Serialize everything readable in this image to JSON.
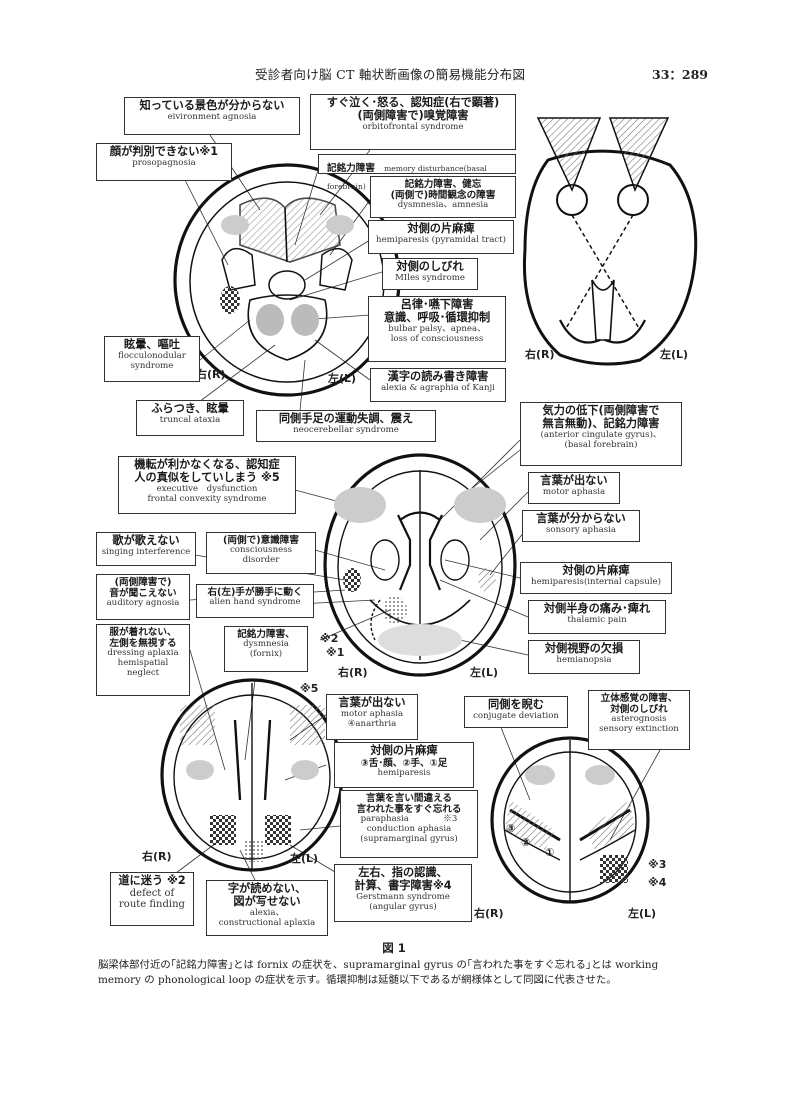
{
  "header": {
    "title": "受診者向け脳 CT 軸状断画像の簡易機能分布図",
    "page": "33：289"
  },
  "labels": [
    {
      "id": "environment-agnosia",
      "ja": "知っている景色が分からない",
      "en": "eivironment agnosia"
    },
    {
      "id": "orbitofrontal",
      "ja": "すぐ泣く･怒る、認知症(右で顕著)",
      "ja2": "(両側障害で)嗅覚障害",
      "en": "orbitofrontal syndrome"
    },
    {
      "id": "prosopagnosia",
      "ja": "顔が判別できない※1",
      "en": "prosopagnosia"
    },
    {
      "id": "memory-disturbance",
      "ja": "記銘力障害",
      "en": "memory disturbance(basal forebrain)"
    },
    {
      "id": "dysmnesia-amnesia",
      "ja": "記銘力障害、健忘",
      "ja2": "(両側で)時間観念の障害",
      "en": "dysmnesia、amnesia"
    },
    {
      "id": "hemiparesis-pyramidal",
      "ja": "対側の片麻痺",
      "en": "hemiparesis (pyramidal tract)"
    },
    {
      "id": "milles",
      "ja": "対側のしびれ",
      "en": "MIles syndrome"
    },
    {
      "id": "bulbar-palsy",
      "ja": "呂律･嚥下障害",
      "ja2": "意識、呼吸･循環抑制",
      "en": "bulbar palsy、apnea、",
      "en2": "loss of consciousness"
    },
    {
      "id": "flocculonodular",
      "ja": "眩暈、嘔吐",
      "en": "flocculonodular",
      "en2": "syndrome"
    },
    {
      "id": "kanji",
      "ja": "漢字の読み書き障害",
      "en": "alexia & agraphia of Kanji"
    },
    {
      "id": "truncal-ataxia",
      "ja": "ふらつき、眩暈",
      "en": "truncal ataxia"
    },
    {
      "id": "neocerebellar",
      "ja": "同側手足の運動失調、震え",
      "en": "neocerebellar syndrome"
    },
    {
      "id": "anterior-cingulate",
      "ja": "気力の低下(両側障害で",
      "ja2": "無言無動)、記銘力障害",
      "en": "(anterior cingulate gyrus)、",
      "en2": "(basal forebrain)"
    },
    {
      "id": "executive",
      "ja": "機転が利かなくなる、認知症",
      "ja2": "人の真似をしていしまう ※5",
      "en": "executive　dysfunction",
      "en2": "frontal convexity syndrome"
    },
    {
      "id": "motor-aphasia-1",
      "ja": "言葉が出ない",
      "en": "motor aphasia"
    },
    {
      "id": "sensory-aphasia",
      "ja": "言葉が分からない",
      "en": "sonsory aphasia"
    },
    {
      "id": "singing",
      "ja": "歌が歌えない",
      "en": "singing interference"
    },
    {
      "id": "consciousness",
      "ja": "(両側で)意識障害",
      "en": "consciousness",
      "en2": "disorder"
    },
    {
      "id": "hemiparesis-capsule",
      "ja": "対側の片麻痺",
      "en": "hemiparesis(internal capsule)"
    },
    {
      "id": "auditory-agnosia",
      "ja": "(両側障害で)",
      "ja2": "音が聞こえない",
      "en": "auditory agnosia"
    },
    {
      "id": "alien-hand",
      "ja": "右(左)手が勝手に動く",
      "en": "alien hand syndrome"
    },
    {
      "id": "thalamic-pain",
      "ja": "対側半身の痛み･痺れ",
      "en": "thalamic pain"
    },
    {
      "id": "fornix",
      "ja": "記銘力障害、",
      "en": "dysmnesia",
      "en2": "(fornix)"
    },
    {
      "id": "dressing-aplaxia",
      "ja": "服が着れない、",
      "ja2": "左側を無視する",
      "en": "dressing aplaxia",
      "en2": "hemispatial",
      "en3": "neglect"
    },
    {
      "id": "hemianopsia",
      "ja": "対側視野の欠損",
      "en": "hemianopsia"
    },
    {
      "id": "motor-aphasia-2",
      "ja": "言葉が出ない",
      "en": "motor aphasia",
      "en2": "④anarthria"
    },
    {
      "id": "conjugate",
      "ja": "同側を睨む",
      "en": "conjugate deviation"
    },
    {
      "id": "astereognosis",
      "ja": "立体感覚の障害、",
      "ja2": "対側のしびれ",
      "en": "asterognosis",
      "en2": "sensory extinction"
    },
    {
      "id": "hemiparesis-3",
      "ja": "対側の片麻痺",
      "ja2": "③舌･顔、②手、①足",
      "en": "hemiparesis"
    },
    {
      "id": "conduction-aphasia",
      "ja": "言葉を言い間違える",
      "ja2": "言われた事をすぐ忘れる",
      "en": "paraphasia　　　　※3",
      "en2": "conduction aphasia",
      "en3": "(supramarginal gyrus)"
    },
    {
      "id": "route-finding",
      "ja": "道に迷う ※2",
      "en": "defect of",
      "en2": "route finding"
    },
    {
      "id": "gerstmann",
      "ja": "左右、指の認識、",
      "ja2": "計算、書字障害※4",
      "en": "Gerstmann syndrome",
      "en2": "(angular gyrus)"
    },
    {
      "id": "constructional",
      "ja": "字が読めない、",
      "ja2": "図が写せない",
      "en": "alexia、",
      "en2": "constructional aplaxia"
    }
  ],
  "sides": {
    "right": "右(R)",
    "left": "左(L)"
  },
  "marks": {
    "m1": "※1",
    "m2": "※2",
    "m3": "※3",
    "m4": "※4",
    "m5": "※5",
    "n1": "①",
    "n2": "②",
    "n3": "③"
  },
  "caption": {
    "title": "図 1",
    "text": "脳梁体部付近の｢記銘力障害｣とは fornix の症状を、supramarginal gyrus の｢言われた事をすぐ忘れる｣とは working memory の phonological loop の症状を示す。循環抑制は延髄以下であるが網様体として同図に代表させた。"
  }
}
